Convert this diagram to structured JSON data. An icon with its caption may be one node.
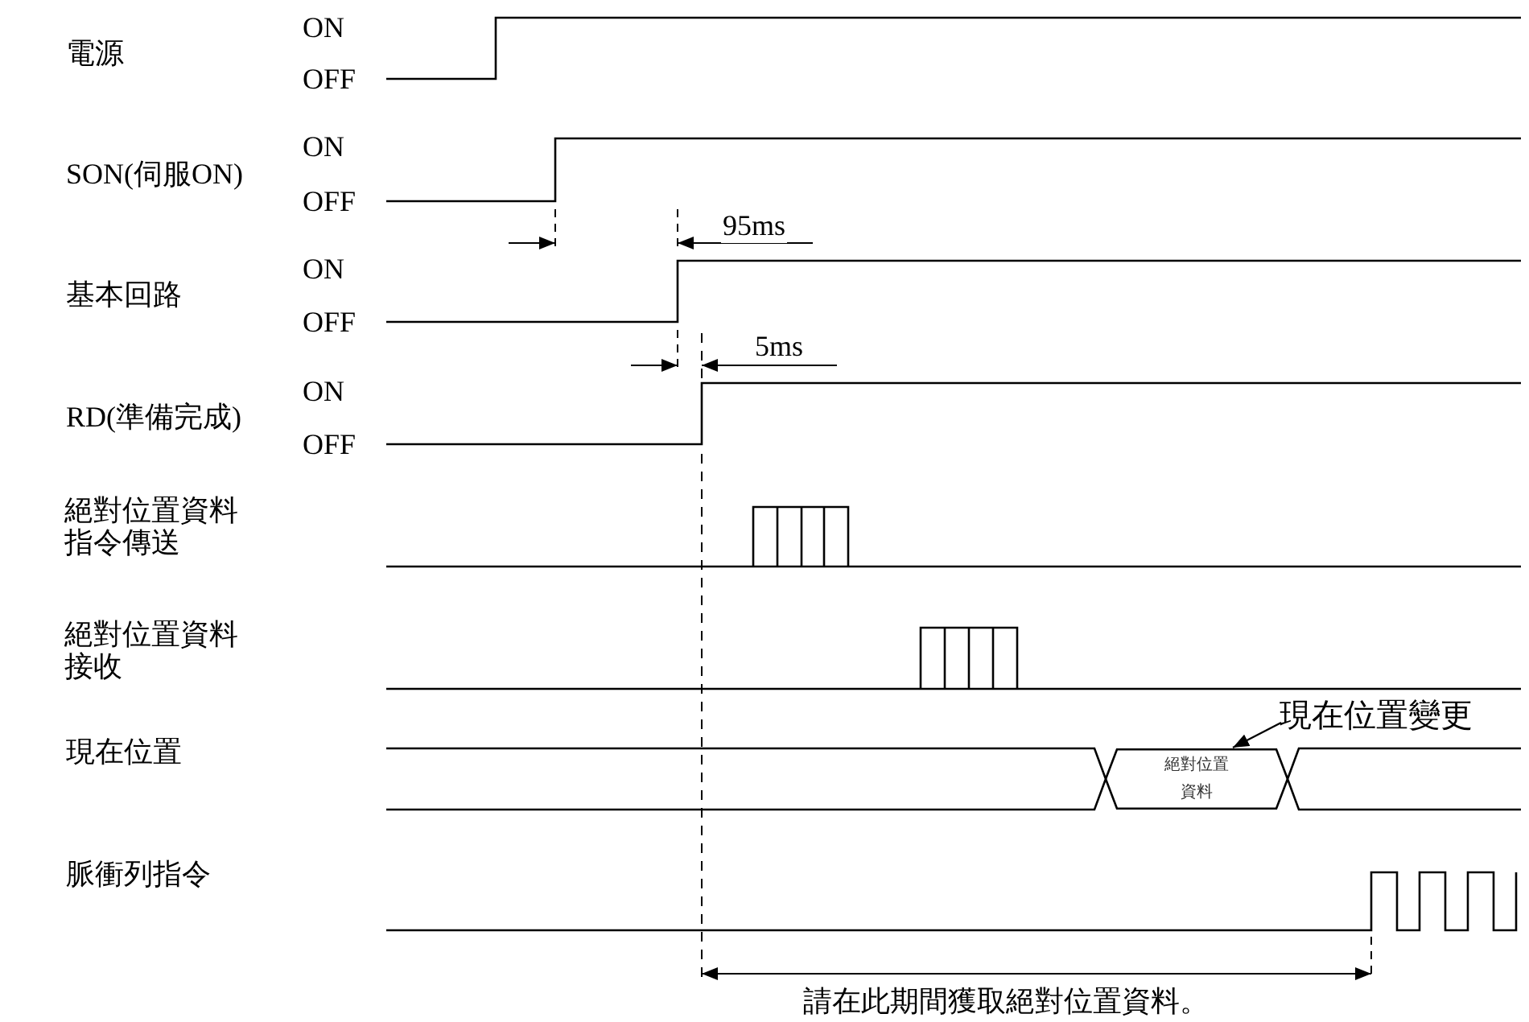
{
  "diagram": {
    "nodes": [
      {
        "text": [
          "現在位置變更"
        ]
      },
      {
        "text": [
          "絕對位置資料"
        ]
      }
    ],
    "edges": [
      {
        "from": 0,
        "to": 1,
        "arrow": "to"
      }
    ],
    "labels": [
      "電源",
      "ON",
      "OFF",
      "SON(伺服ON)",
      "ON",
      "OFF",
      "95ms",
      "基本回路",
      "ON",
      "OFF",
      "5ms",
      "RD(準備完成)",
      "ON",
      "OFF",
      "絕對位置資料指令傳送",
      "絕對位置資料接收",
      "現在位置",
      "脈衝列指令",
      "請在此期間獲取絕對位置資料。"
    ]
  }
}
